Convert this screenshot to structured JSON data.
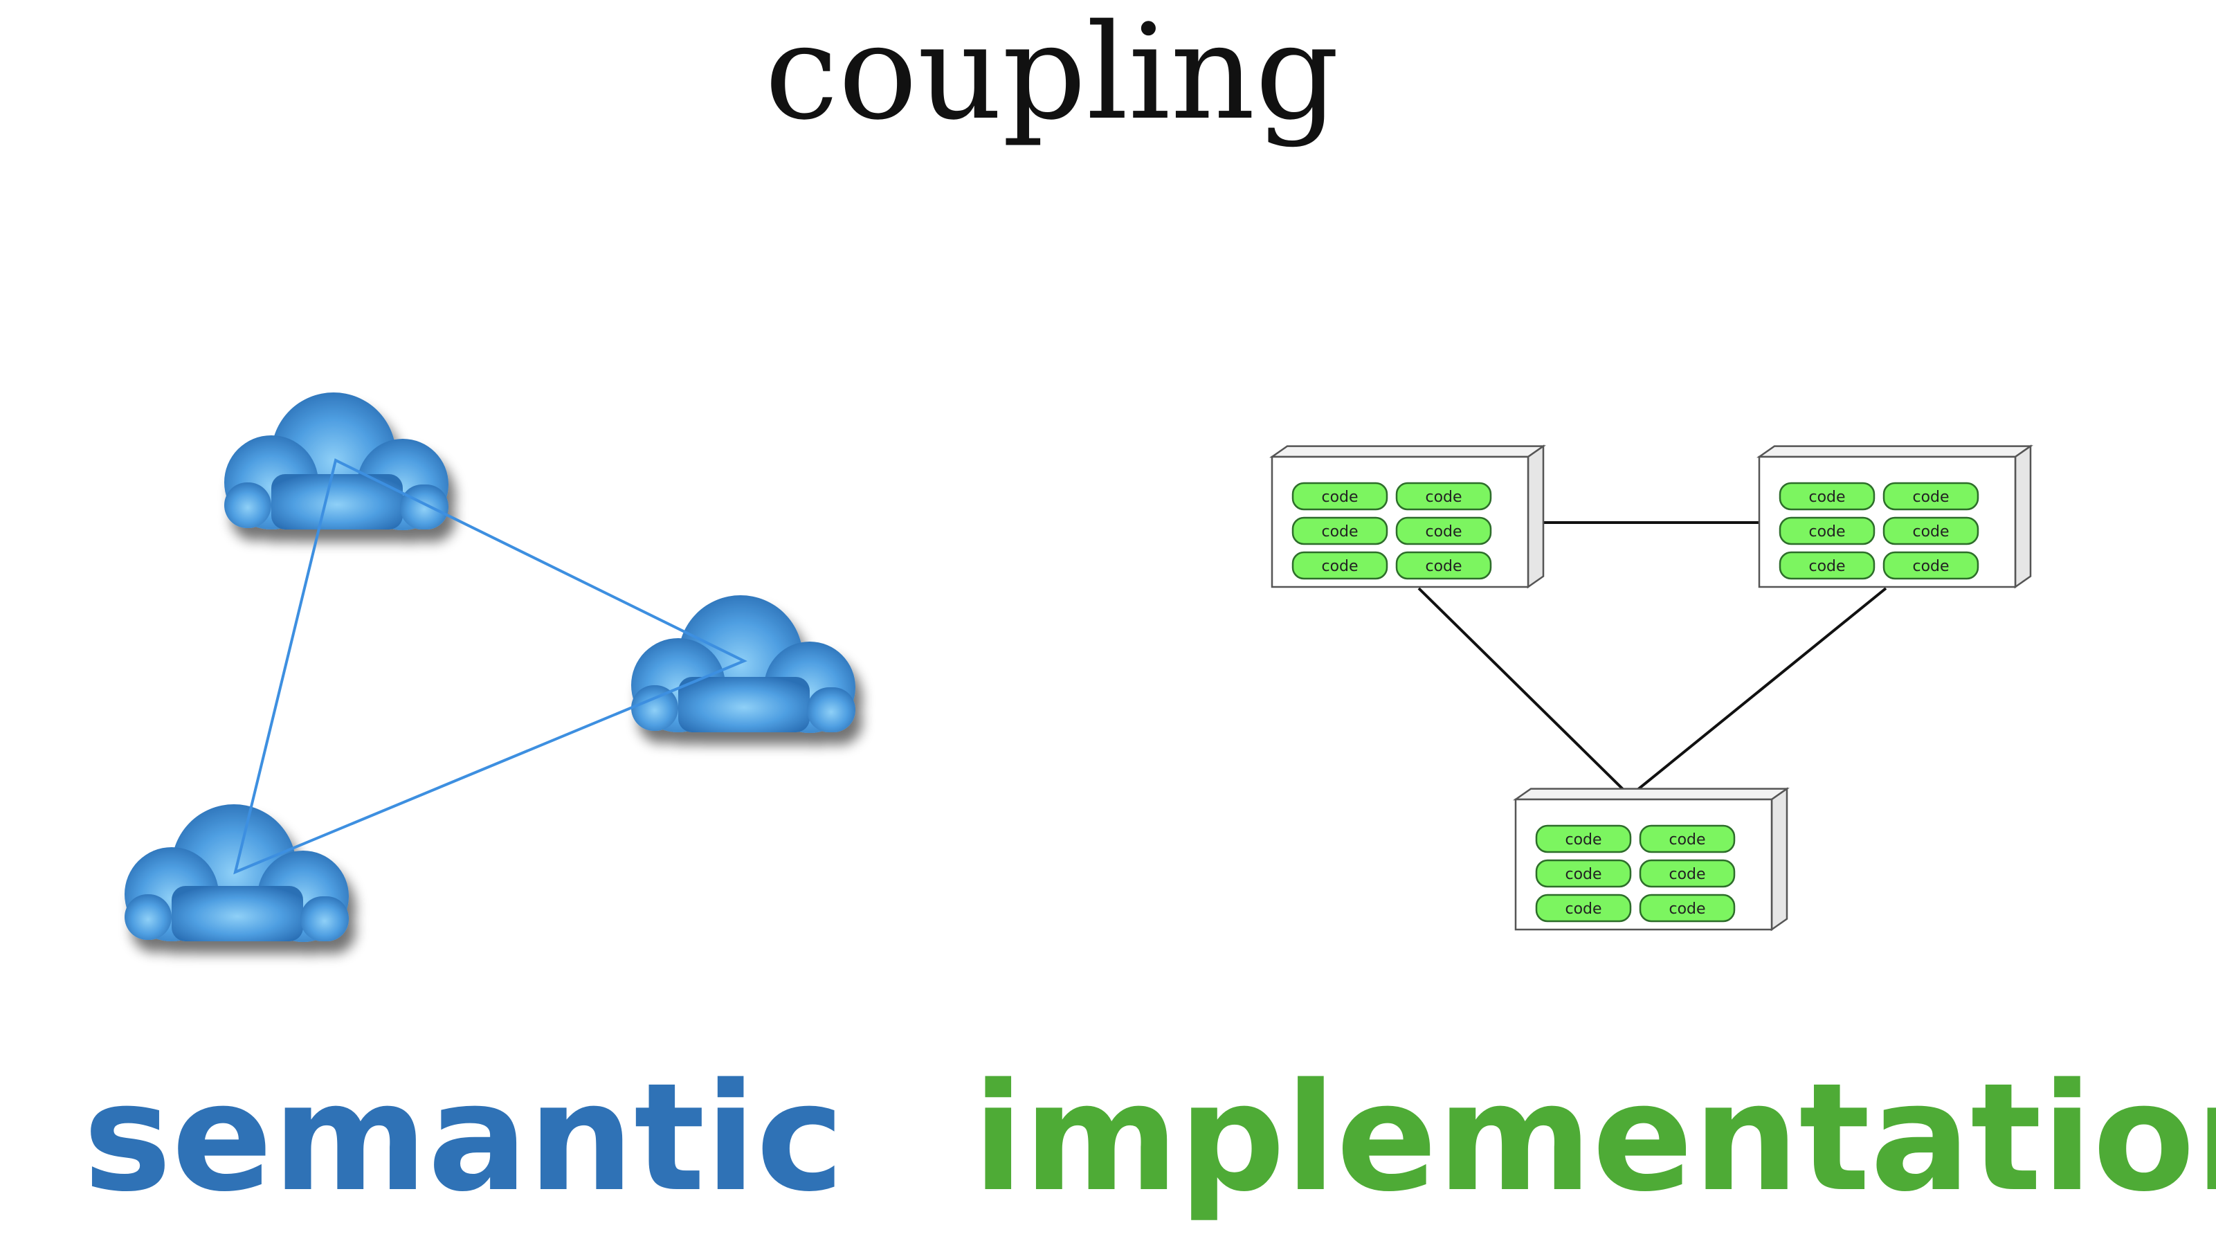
{
  "title": "coupling",
  "semantic": {
    "label": "semantic",
    "color": "#2f72b6"
  },
  "implementation": {
    "label": "implementation",
    "color": "#4eab36",
    "box_fill": "#7cf560",
    "chip_label": "code"
  },
  "colors": {
    "cloud_link": "#3d8fe0",
    "box_link": "#111111",
    "cloud_light": "#7cc4f4",
    "cloud_dark": "#2a6fb5"
  },
  "icons": [
    "cloud-icon",
    "code-module-icon"
  ]
}
